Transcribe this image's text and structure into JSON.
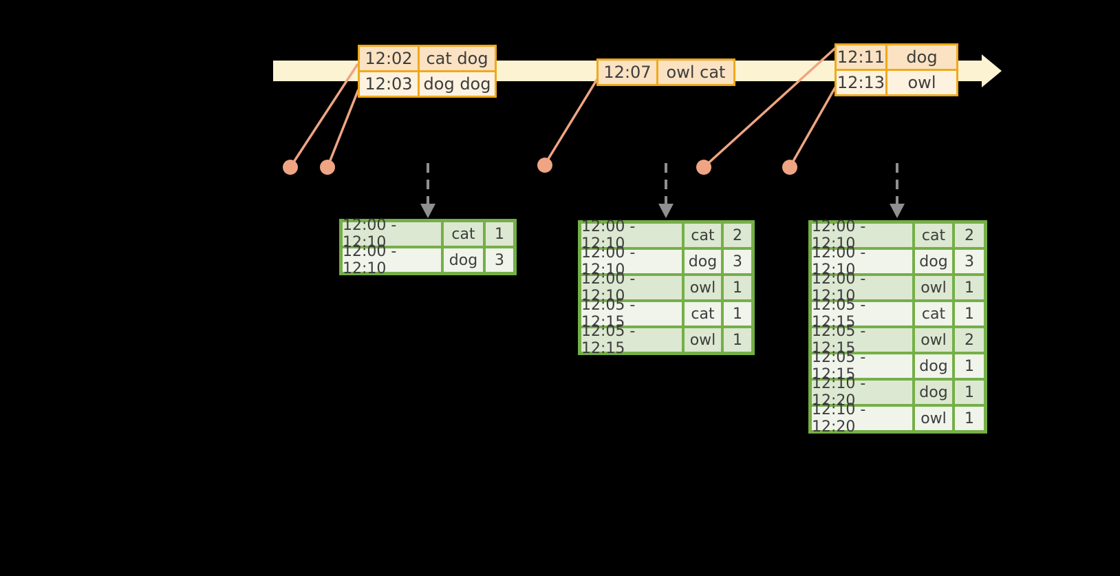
{
  "colors": {
    "background": "#000000",
    "band": "#fcf3d2",
    "orange_border": "#efa91d",
    "peach_dark": "#fae2c2",
    "peach_light": "#fdf2df",
    "green_border": "#75af47",
    "green_dark": "#dce8d1",
    "green_light": "#f0f4eb",
    "salmon": "#efa583",
    "gray_arrow": "#909090",
    "text": "#3d3d3d"
  },
  "timeline": {
    "direction": "left-to-right"
  },
  "event_tables": [
    {
      "rows": [
        {
          "time": "12:02",
          "words": "cat dog"
        },
        {
          "time": "12:03",
          "words": "dog dog"
        }
      ]
    },
    {
      "rows": [
        {
          "time": "12:07",
          "words": "owl cat"
        }
      ]
    },
    {
      "rows": [
        {
          "time": "12:11",
          "words": "dog"
        },
        {
          "time": "12:13",
          "words": "owl"
        }
      ]
    }
  ],
  "result_tables": [
    {
      "rows": [
        {
          "window": "12:00 - 12:10",
          "word": "cat",
          "count": "1"
        },
        {
          "window": "12:00 - 12:10",
          "word": "dog",
          "count": "3"
        }
      ]
    },
    {
      "rows": [
        {
          "window": "12:00 - 12:10",
          "word": "cat",
          "count": "2"
        },
        {
          "window": "12:00 - 12:10",
          "word": "dog",
          "count": "3"
        },
        {
          "window": "12:00 - 12:10",
          "word": "owl",
          "count": "1"
        },
        {
          "window": "12:05 - 12:15",
          "word": "cat",
          "count": "1"
        },
        {
          "window": "12:05 - 12:15",
          "word": "owl",
          "count": "1"
        }
      ]
    },
    {
      "rows": [
        {
          "window": "12:00 - 12:10",
          "word": "cat",
          "count": "2"
        },
        {
          "window": "12:00 - 12:10",
          "word": "dog",
          "count": "3"
        },
        {
          "window": "12:00 - 12:10",
          "word": "owl",
          "count": "1"
        },
        {
          "window": "12:05 - 12:15",
          "word": "cat",
          "count": "1"
        },
        {
          "window": "12:05 - 12:15",
          "word": "owl",
          "count": "2"
        },
        {
          "window": "12:05 - 12:15",
          "word": "dog",
          "count": "1"
        },
        {
          "window": "12:10 - 12:20",
          "word": "dog",
          "count": "1"
        },
        {
          "window": "12:10 - 12:20",
          "word": "owl",
          "count": "1"
        }
      ]
    }
  ]
}
